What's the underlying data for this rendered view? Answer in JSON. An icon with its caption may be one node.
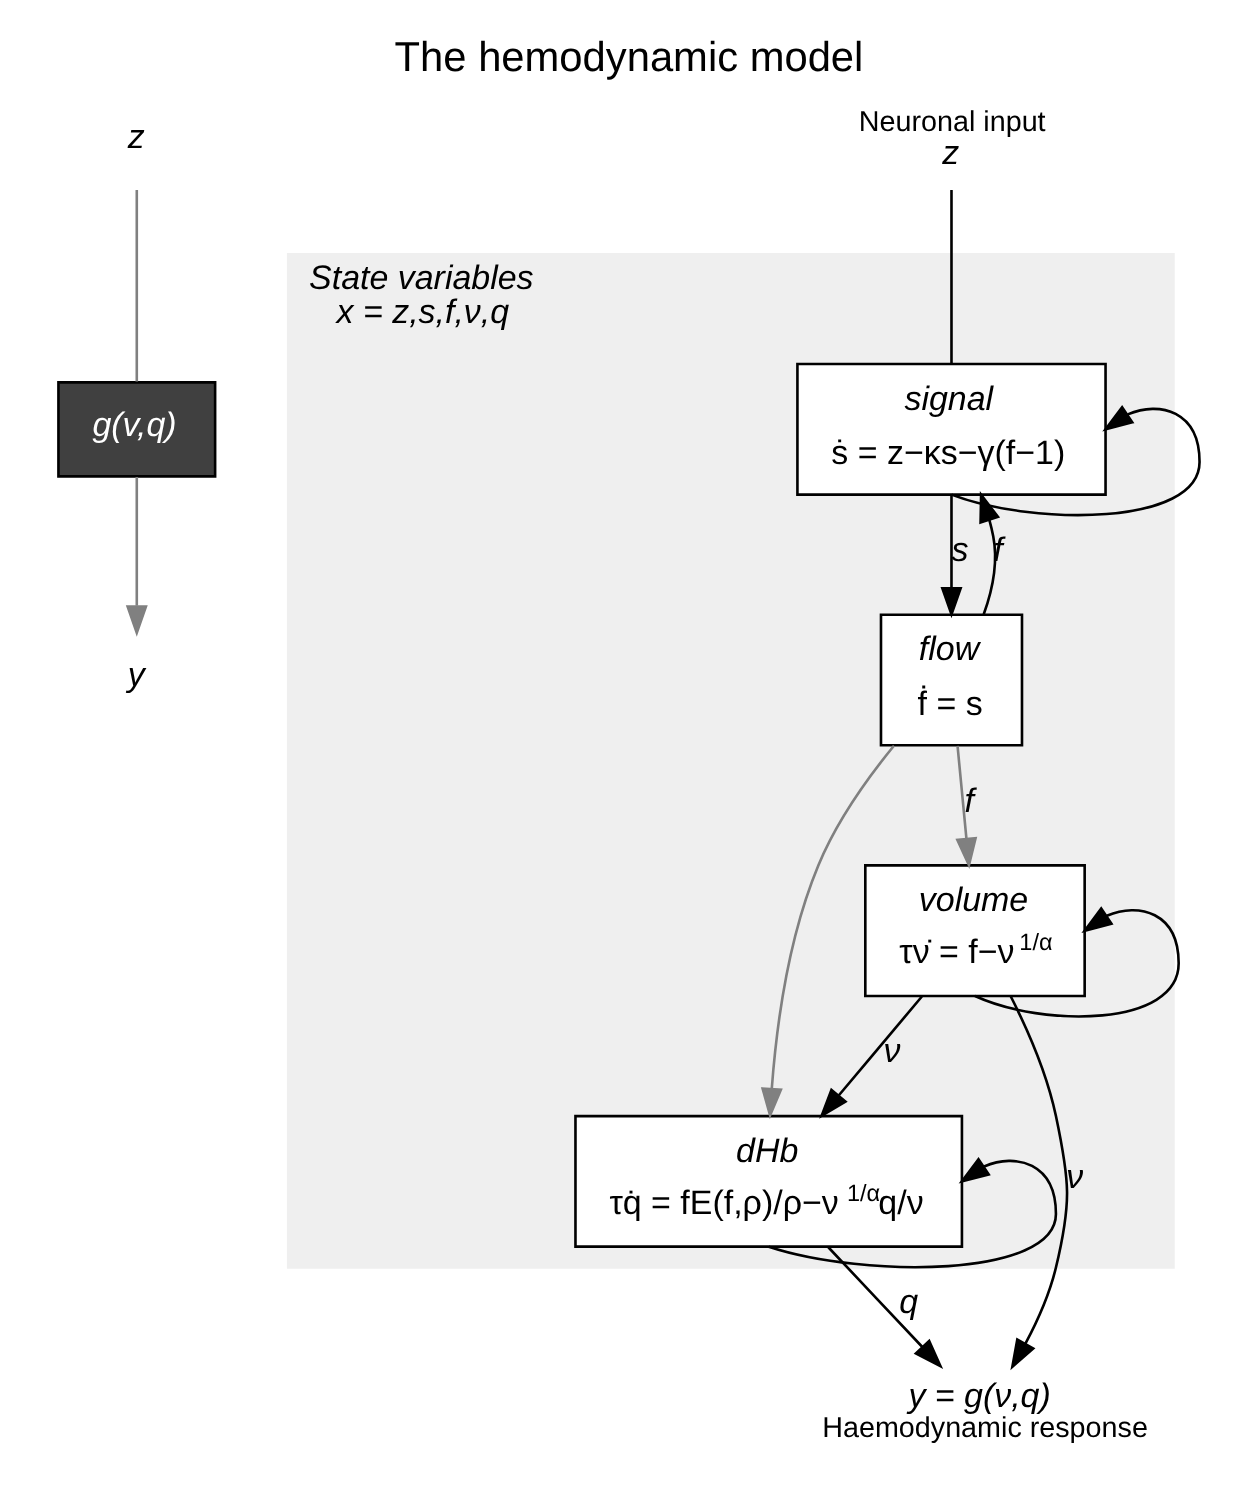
{
  "diagram": {
    "title": "The hemodynamic model",
    "nodes": [
      {
        "text": [
          "z"
        ]
      },
      {
        "text": [
          "g(v,q)"
        ]
      },
      {
        "text": [
          "y"
        ]
      },
      {
        "text": [
          "z"
        ],
        "beside": [
          "Neuronal input"
        ]
      },
      {
        "text": [
          "State variables",
          "x = z,s,f,ν,q"
        ]
      },
      {
        "text": [
          "signal",
          "ṡ = z−κs−γ(f−1)"
        ],
        "in": 4
      },
      {
        "text": [
          "flow",
          "ḟ = s"
        ],
        "in": 4
      },
      {
        "text": [
          "volume",
          "τν̇ = f−ν$^{1/α}$"
        ],
        "in": 4
      },
      {
        "text": [
          "dHb",
          "τq̇ = fE(f,ρ)/ρ−ν$^{1/α}$q/ν"
        ],
        "in": 4
      },
      {
        "text": [
          "y = g(ν,q)"
        ],
        "beside": [
          "Haemodynamic response"
        ]
      }
    ],
    "edges": [
      {
        "from": 0,
        "to": 1,
        "arrow": "none",
        "color": "#808080"
      },
      {
        "from": 1,
        "to": 2,
        "arrow": "to",
        "color": "#808080"
      },
      {
        "from": 3,
        "to": 5,
        "arrow": "none"
      },
      {
        "from": 5,
        "to": 6,
        "label": "s",
        "arrow": "to"
      },
      {
        "from": 5,
        "to": 5,
        "arrow": "to"
      },
      {
        "from": 6,
        "to": 5,
        "label": "f",
        "arrow": "to"
      },
      {
        "from": 6,
        "to": 7,
        "label": "f",
        "arrow": "to",
        "color": "#808080"
      },
      {
        "from": 6,
        "to": 8,
        "arrow": "to",
        "color": "#808080"
      },
      {
        "from": 7,
        "to": 8,
        "label": "ν",
        "arrow": "to"
      },
      {
        "from": 7,
        "to": 7,
        "arrow": "to"
      },
      {
        "from": 8,
        "to": 8,
        "arrow": "to"
      },
      {
        "from": 7,
        "to": 9,
        "label": "ν",
        "arrow": "to"
      },
      {
        "from": 8,
        "to": 9,
        "label": "q",
        "arrow": "to"
      }
    ]
  }
}
